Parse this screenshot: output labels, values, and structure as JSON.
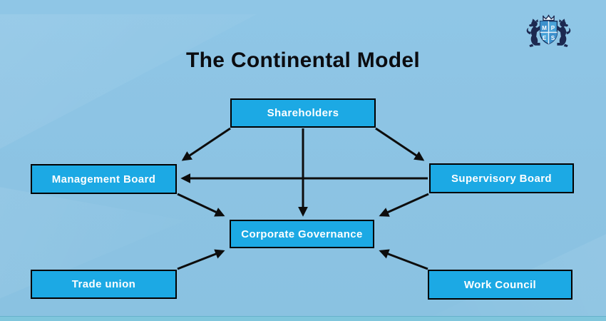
{
  "page": {
    "title": "The Continental Model",
    "background_color": "#8cc3e3",
    "title_color": "#0b0c10",
    "bottom_band_color": "#7fc6dc"
  },
  "logo": {
    "name": "MPES crest",
    "letters": [
      "M",
      "P",
      "E",
      "S"
    ],
    "shield_color": "#49a3d8",
    "lion_color": "#1d2950"
  },
  "diagram": {
    "box_fill": "#1ca9e4",
    "box_border_color": "#000000",
    "box_text_color": "#ffffff",
    "arrow_color": "#0d0d0d",
    "nodes": [
      {
        "id": "shareholders",
        "label": "Shareholders"
      },
      {
        "id": "management-board",
        "label": "Management Board"
      },
      {
        "id": "supervisory-board",
        "label": "Supervisory Board"
      },
      {
        "id": "corporate-governance",
        "label": "Corporate Governance"
      },
      {
        "id": "trade-union",
        "label": "Trade union"
      },
      {
        "id": "work-council",
        "label": "Work Council"
      }
    ],
    "edges": [
      {
        "from": "shareholders",
        "to": "management-board"
      },
      {
        "from": "shareholders",
        "to": "corporate-governance"
      },
      {
        "from": "shareholders",
        "to": "supervisory-board"
      },
      {
        "from": "supervisory-board",
        "to": "management-board"
      },
      {
        "from": "management-board",
        "to": "corporate-governance"
      },
      {
        "from": "supervisory-board",
        "to": "corporate-governance"
      },
      {
        "from": "trade-union",
        "to": "corporate-governance"
      },
      {
        "from": "work-council",
        "to": "corporate-governance"
      }
    ]
  }
}
